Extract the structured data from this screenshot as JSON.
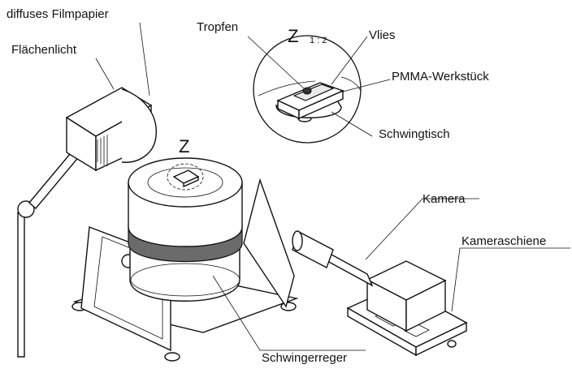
{
  "labels": {
    "filmpapier": "diffuses Filmpapier",
    "flaechenlicht": "Flächenlicht",
    "tropfen": "Tropfen",
    "z_detail": "Z",
    "scale": "1 : 2",
    "vlies": "Vlies",
    "pmma": "PMMA-Werkstück",
    "schwingtisch": "Schwingtisch",
    "z_marker": "Z",
    "kamera": "Kamera",
    "kameraschiene": "Kameraschiene",
    "schwingerreger": "Schwingerreger"
  }
}
